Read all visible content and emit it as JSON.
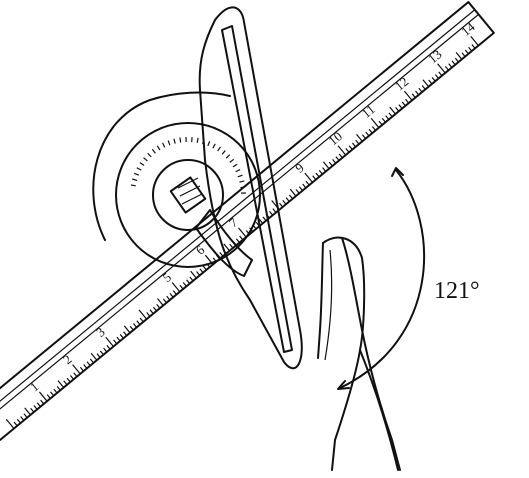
{
  "figure": {
    "angle_label": "121°",
    "ruler_numbers": [
      "1",
      "2",
      "3",
      "5",
      "6",
      "7",
      "9",
      "10",
      "11",
      "12",
      "13",
      "14"
    ],
    "colors": {
      "ink": "#111111",
      "paper": "#ffffff"
    }
  }
}
